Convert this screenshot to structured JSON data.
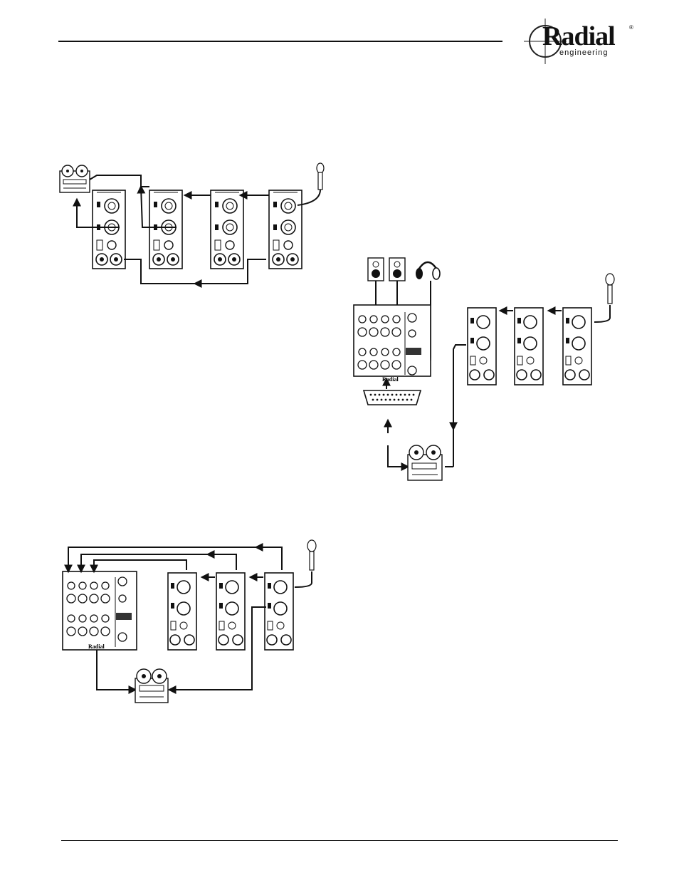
{
  "header": {
    "brand_name": "Radial",
    "brand_sub": "engineering",
    "registered_mark": "®"
  },
  "figures": {
    "figure_1": {
      "modules": 4,
      "has_tape_machine": true,
      "has_microphone": true
    },
    "figure_2": {
      "modules": 3,
      "has_mixer": true,
      "has_tape_machine": true,
      "has_microphone": true,
      "has_monitors": true,
      "has_headphones": true,
      "has_db25": true,
      "mixer_logo": "Radial"
    },
    "figure_3": {
      "modules": 3,
      "has_mixer": true,
      "has_tape_machine": true,
      "has_microphone": true,
      "mixer_logo": "Radial"
    }
  }
}
